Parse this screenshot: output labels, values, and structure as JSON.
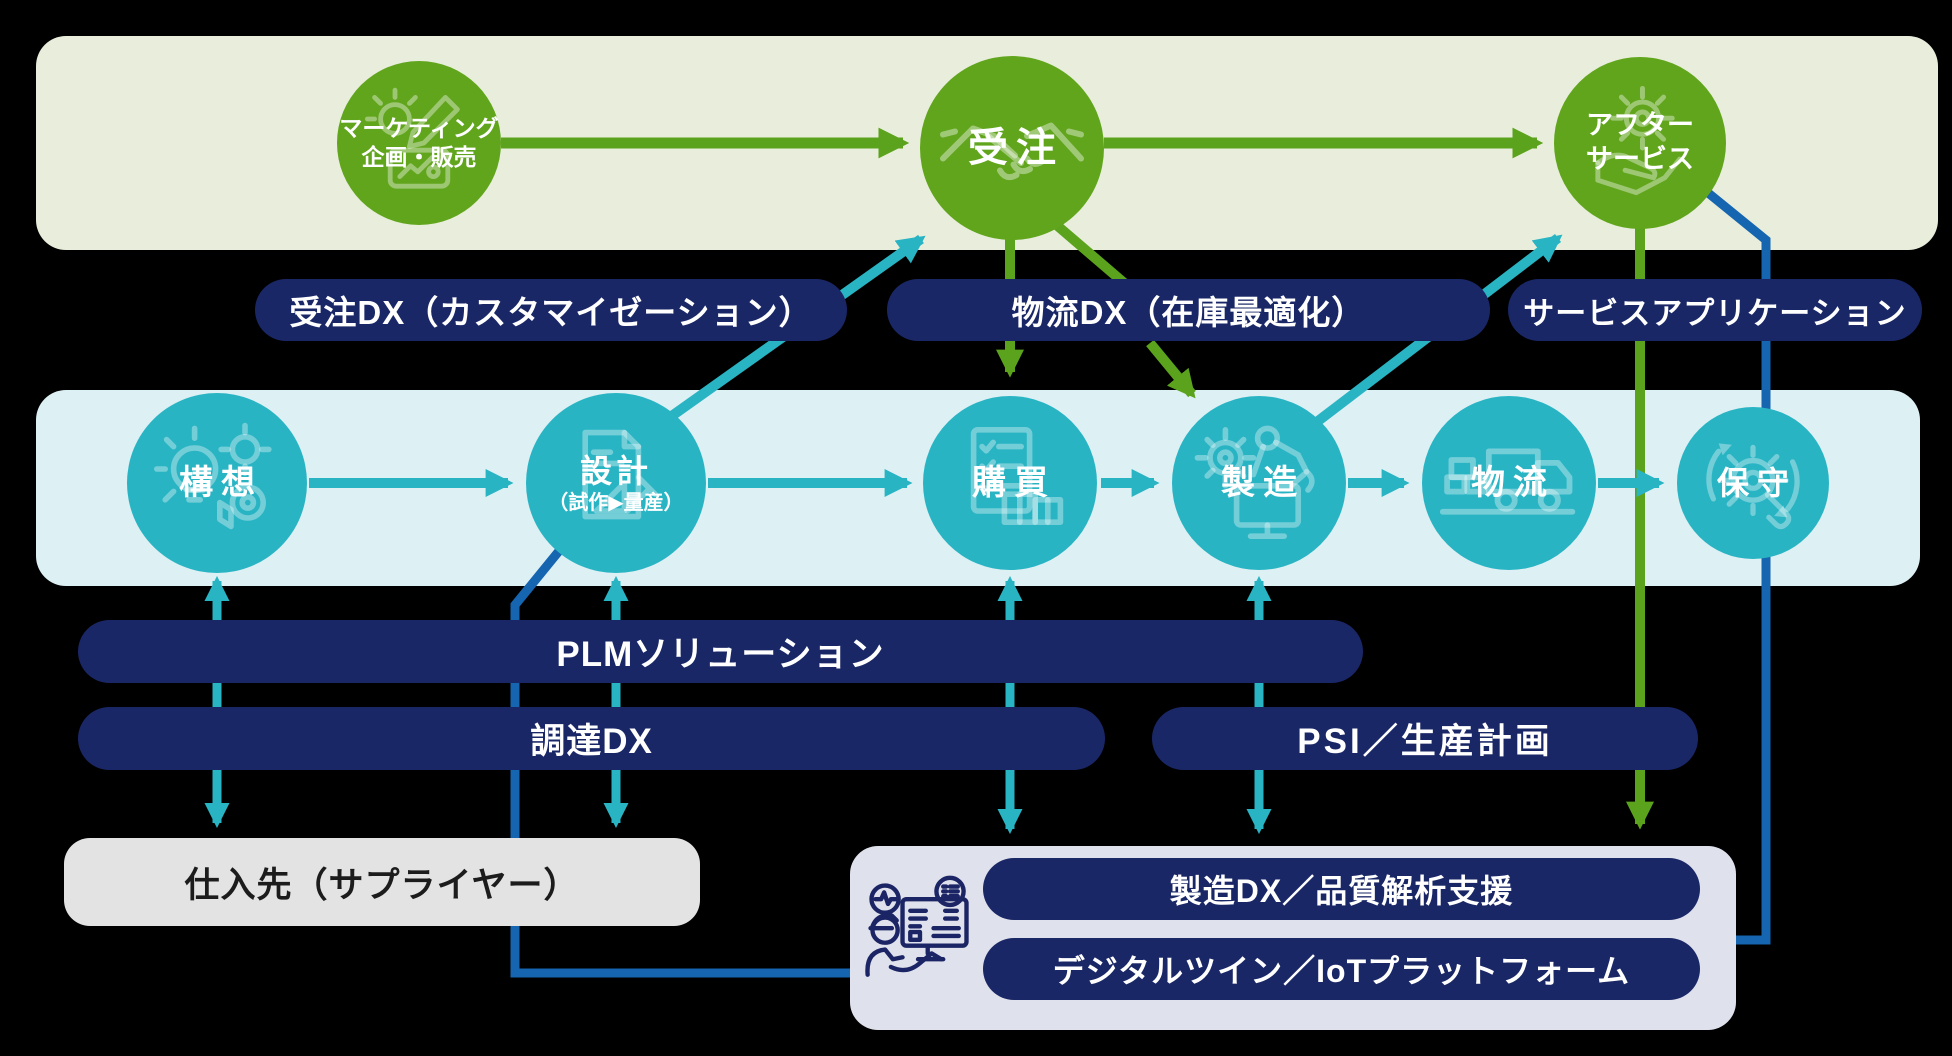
{
  "top_row": {
    "marketing": {
      "line1": "マーケティング",
      "line2": "企画・販売"
    },
    "order": {
      "label": "受注"
    },
    "after_service": {
      "line1": "アフター",
      "line2": "サービス"
    }
  },
  "dx_pills": {
    "order_dx": "受注DX（カスタマイゼーション）",
    "logistics_dx": "物流DX（在庫最適化）",
    "service_app": "サービスアプリケーション"
  },
  "process_row": {
    "concept": "構想",
    "design": "設計",
    "design_sub": "（試作▶量産）",
    "purchasing": "購買",
    "manufacturing": "製造",
    "logistics": "物流",
    "maintenance": "保守"
  },
  "solution_pills": {
    "plm": "PLMソリューション",
    "procurement_dx": "調達DX",
    "psi": "PSI／生産計画"
  },
  "supplier_box": {
    "label": "仕入先（サプライヤー）"
  },
  "analysis_box": {
    "manufacturing_dx": "製造DX／品質解析支援",
    "digital_twin": "デジタルツイン／IoTプラットフォーム"
  },
  "colors": {
    "green_node": "#61a51d",
    "green_arrow": "#5ca31d",
    "teal_node": "#29b4c4",
    "teal_arrow": "#29b4c4",
    "navy_pill": "#1a2766",
    "blue_line": "#1565b0",
    "top_band_bg": "#e8eedb",
    "mid_band_bg": "#ddf0f4",
    "supplier_bg": "#e3e3e3",
    "analysis_bg": "#dfe1ec",
    "icon_navy": "#1b2464"
  }
}
